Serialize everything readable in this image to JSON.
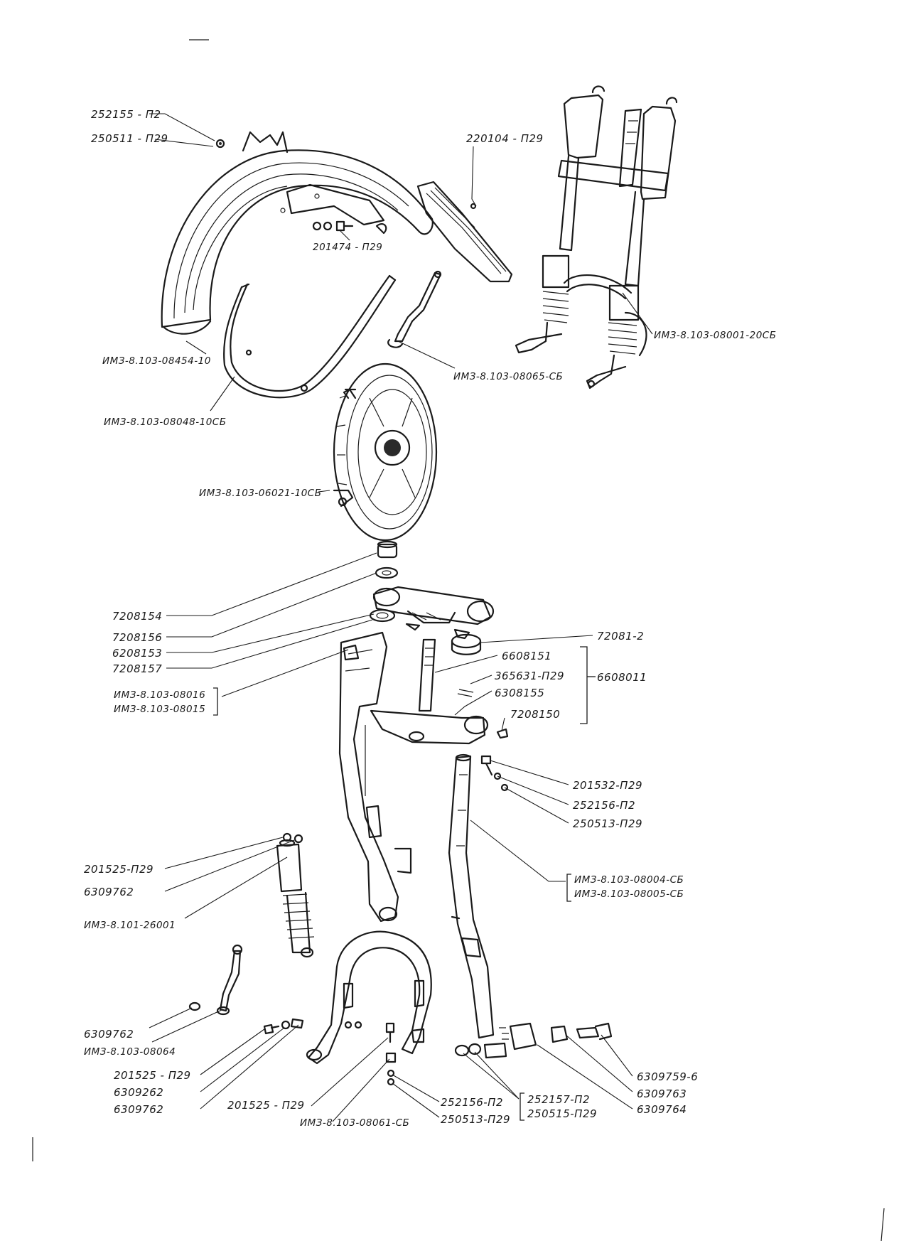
{
  "labels": {
    "l_252155_p2": "252155 - П2",
    "l_250511_p29": "250511 - П29",
    "l_220104_p29": "220104 - П29",
    "l_201474_p29": "201474 - П29",
    "l_08454_10": "ИМЗ-8.103-08454-10",
    "l_08048_10sb": "ИМЗ-8.103-08048-10СБ",
    "l_08065_sb": "ИМЗ-8.103-08065-СБ",
    "l_08001_20sb": "ИМЗ-8.103-08001-20СБ",
    "l_06021_10sb": "ИМЗ-8.103-06021-10СБ",
    "l_7208154": "7208154",
    "l_7208156": "7208156",
    "l_6208153": "6208153",
    "l_7208157": "7208157",
    "l_08016": "ИМЗ-8.103-08016",
    "l_08015": "ИМЗ-8.103-08015",
    "l_72081_2": "72081-2",
    "l_6608151": "6608151",
    "l_365631_p29": "365631-П29",
    "l_6308155": "6308155",
    "l_7208150": "7208150",
    "l_6608011": "6608011",
    "l_201532_p29": "201532-П29",
    "l_252156_p2_a": "252156-П2",
    "l_250513_p29_a": "250513-П29",
    "l_08004_sb": "ИМЗ-8.103-08004-СБ",
    "l_08005_sb": "ИМЗ-8.103-08005-СБ",
    "l_201525_p29_a": "201525-П29",
    "l_6309762_a": "6309762",
    "l_26001": "ИМЗ-8.101-26001",
    "l_6309762_b": "6309762",
    "l_08064": "ИМЗ-8.103-08064",
    "l_201525_p29_b": "201525 - П29",
    "l_6309262": "6309262",
    "l_6309762_c": "6309762",
    "l_201525_p29_c": "201525 - П29",
    "l_08061_sb": "ИМЗ-8.103-08061-СБ",
    "l_252156_p2_b": "252156-П2",
    "l_250513_p29_b": "250513-П29",
    "l_252157_p2": "252157-П2",
    "l_250515_p29": "250515-П29",
    "l_6309759_6": "6309759-6",
    "l_6309763": "6309763",
    "l_6309764": "6309764"
  }
}
